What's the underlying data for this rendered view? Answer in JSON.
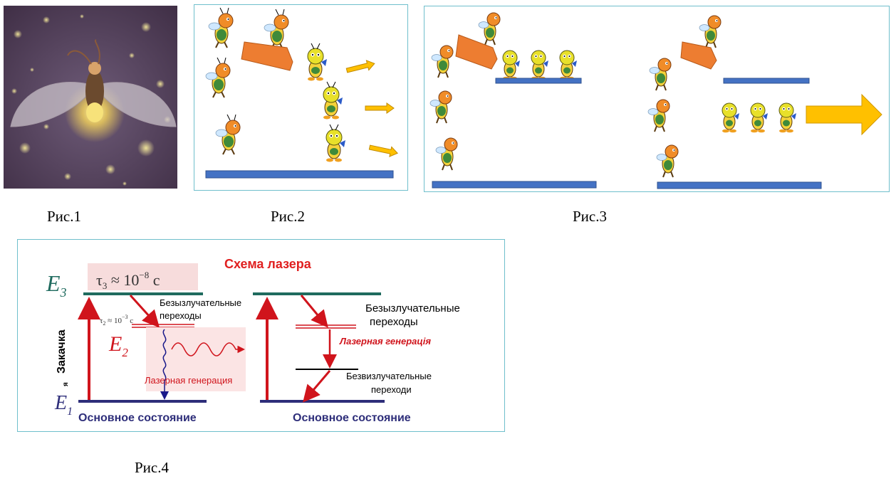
{
  "captions": {
    "fig1": "Рис.1",
    "fig2": "Рис.2",
    "fig3": "Рис.3",
    "fig4": "Рис.4"
  },
  "fig4": {
    "title": "Схема  лазера",
    "tau3": "τ3 ≈ 10−8 c",
    "tau3_base": "τ",
    "tau3_sub": "3",
    "tau3_mid": " ≈ 10",
    "tau3_exp": "−8",
    "tau3_unit": " c",
    "tau2_base": "τ",
    "tau2_sub": "2",
    "tau2_mid": " ≈ 10",
    "tau2_exp": "−3",
    "tau2_unit": " c",
    "e3": "E",
    "e3_sub": "3",
    "e2": "E",
    "e2_sub": "2",
    "e1": "E",
    "e1_sub": "1",
    "pump_label": "Закачка",
    "pump_suffix": "я",
    "nonrad_left_1": "Безызлучательные",
    "nonrad_left_2": "переходы",
    "laser_left": "Лазерная генерация",
    "ground_left": "Основное состояние",
    "nonrad_right_1": "Безызлучательные",
    "nonrad_right_2": "переходы",
    "laser_right": "Лазерная  генерація",
    "nonrad_right_low_1": "Безвизлучательные",
    "nonrad_right_low_2": "переходи",
    "ground_right": "Основное состояние"
  },
  "colors": {
    "frame": "#6fbfcc",
    "level_top": "#1f6b5e",
    "level_ground": "#2e2e7a",
    "arrow_red": "#d0141c",
    "bar_blue": "#4472c4",
    "ramp_orange": "#ed7d31",
    "big_arrow": "#ffc000",
    "title_red": "#e02020"
  }
}
